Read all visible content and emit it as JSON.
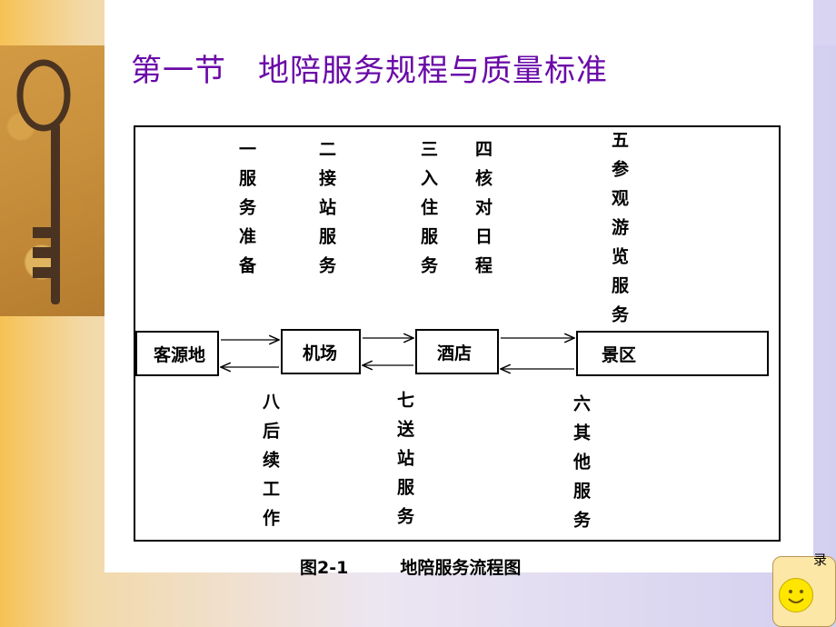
{
  "slide": {
    "title": "第一节　地陪服务规程与质量标准"
  },
  "diagram": {
    "boxes": {
      "origin": "客源地",
      "airport": "机场",
      "hotel": "酒店",
      "scenic": "景区"
    },
    "steps": {
      "s1": "一服务准备",
      "s2": "二接站服务",
      "s3": "三入住服务",
      "s4": "四核对日程",
      "s5": "五参观游览服务",
      "s6": "六其他服务",
      "s7": "七送站服务",
      "s8": "八后续工作"
    },
    "caption": "图2-1　　　地陪服务流程图"
  },
  "nav": {
    "label": "录"
  },
  "colors": {
    "title": "#6a0aa8",
    "badge": "#fde7a6",
    "smiley": "#ffe600"
  }
}
